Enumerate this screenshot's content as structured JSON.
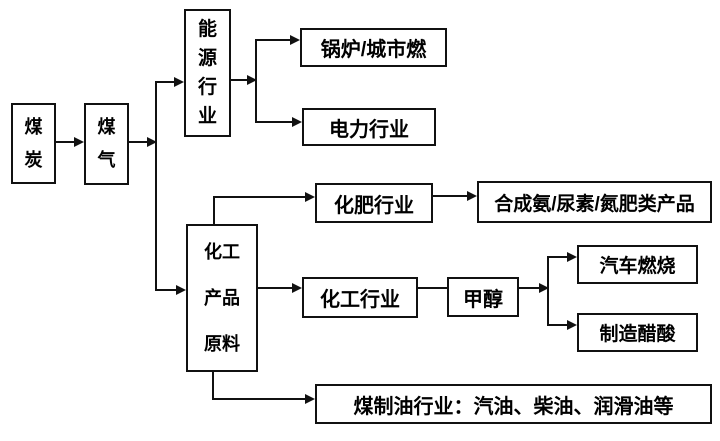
{
  "diagram": {
    "type": "flowchart",
    "background_color": "#ffffff",
    "line_color": "#111111",
    "box_fill_color": "#ffffff",
    "nodes": {
      "coal": {
        "label": "煤炭"
      },
      "coal_gas": {
        "label": "煤气"
      },
      "energy_industry": {
        "label": "能源行业"
      },
      "boiler_city_fuel": {
        "label": "锅炉/城市燃"
      },
      "power_industry": {
        "label": "电力行业"
      },
      "fertilizer_industry": {
        "label": "化肥行业"
      },
      "ammonia_products": {
        "label": "合成氨/尿素/氮肥类产品"
      },
      "chemical_raw_materials": {
        "label": "化工产品原料"
      },
      "chemical_industry": {
        "label": "化工行业"
      },
      "methanol": {
        "label": "甲醇"
      },
      "vehicle_combustion": {
        "label": "汽车燃烧"
      },
      "acetic_acid_manufacture": {
        "label": "制造醋酸"
      },
      "coal_to_oil": {
        "label": "煤制油行业：汽油、柴油、润滑油等"
      }
    },
    "edges": [
      {
        "from": "煤炭",
        "to": "煤气"
      },
      {
        "from": "煤气",
        "to": "能源行业"
      },
      {
        "from": "煤气",
        "to": "化工产品原料"
      },
      {
        "from": "能源行业",
        "to": "锅炉/城市燃"
      },
      {
        "from": "能源行业",
        "to": "电力行业"
      },
      {
        "from": "化工产品原料",
        "to": "化肥行业"
      },
      {
        "from": "化肥行业",
        "to": "合成氨/尿素/氮肥类产品"
      },
      {
        "from": "化工产品原料",
        "to": "化工行业"
      },
      {
        "from": "化工行业",
        "to": "甲醇"
      },
      {
        "from": "甲醇",
        "to": "汽车燃烧"
      },
      {
        "from": "甲醇",
        "to": "制造醋酸"
      },
      {
        "from": "化工产品原料",
        "to": "煤制油行业：汽油、柴油、润滑油等"
      }
    ]
  }
}
